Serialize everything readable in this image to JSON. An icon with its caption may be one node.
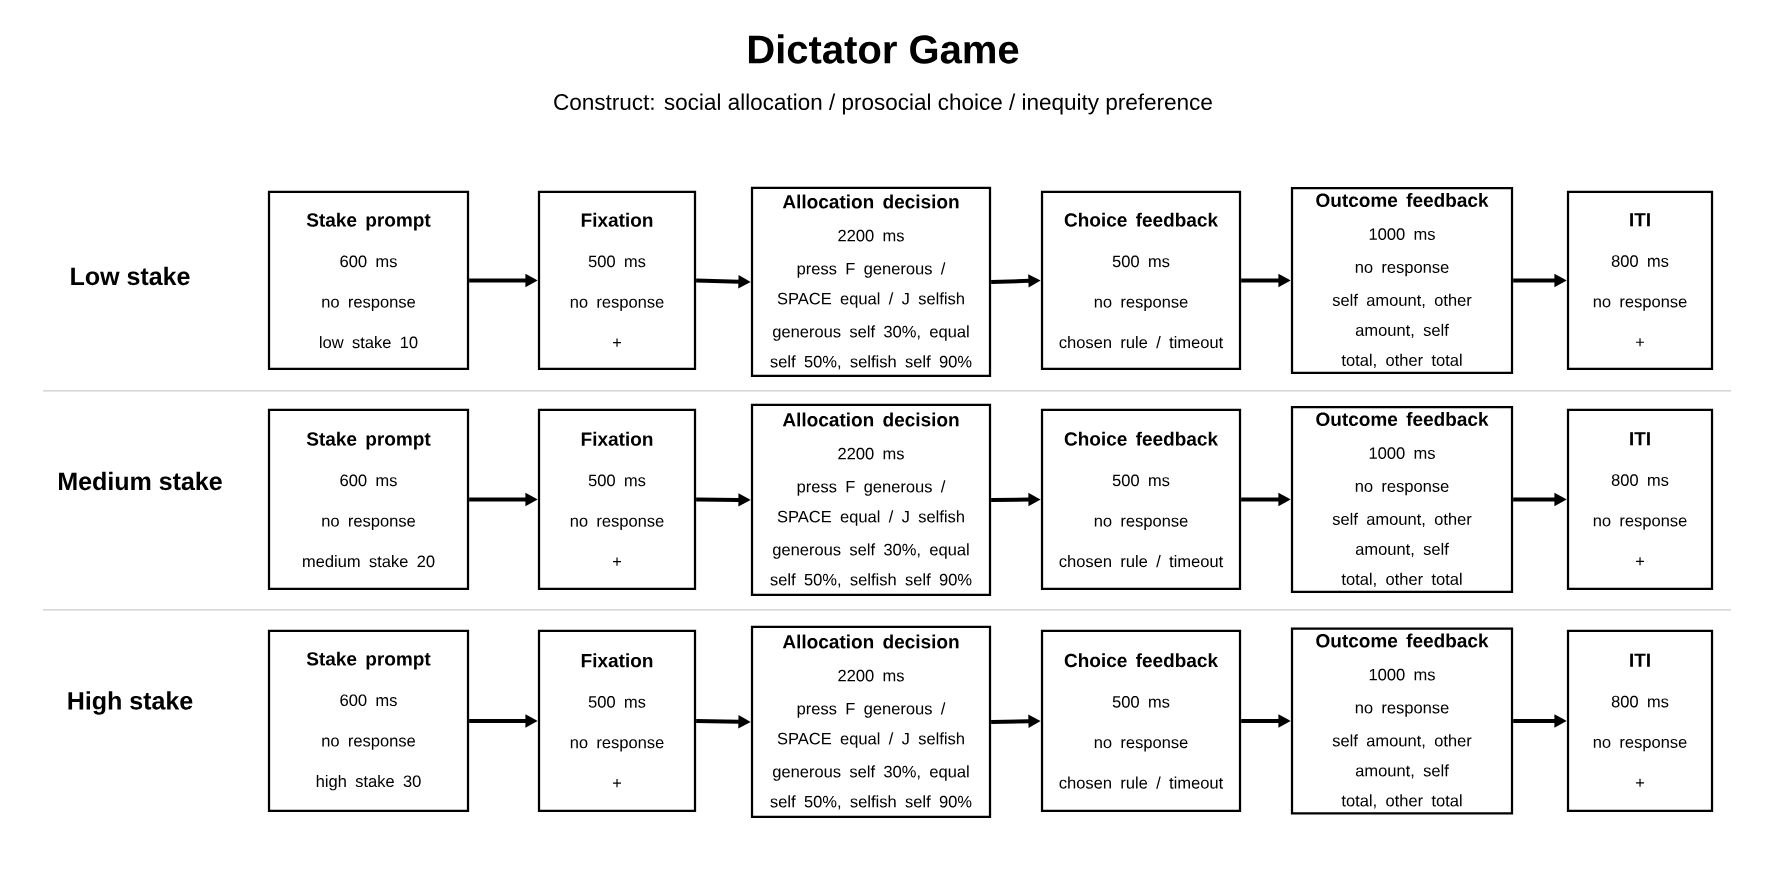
{
  "diagram": {
    "title": "Dictator Game",
    "nodes": [
      {
        "text": [
          "Stake prompt",
          "600 ms",
          "no response",
          "low stake 10"
        ]
      },
      {
        "text": [
          "Fixation",
          "500 ms",
          "no response",
          "+"
        ]
      },
      {
        "text": [
          "Allocation decision",
          "2200 ms",
          "press F generous / SPACE equal / J selfish",
          "generous self 30%, equal self 50%, selfish self 90%"
        ]
      },
      {
        "text": [
          "Choice feedback",
          "500 ms",
          "no response",
          "chosen rule / timeout"
        ]
      },
      {
        "text": [
          "Outcome feedback",
          "1000 ms",
          "no response",
          "self amount, other amount, self total, other total"
        ]
      },
      {
        "text": [
          "ITI",
          "800 ms",
          "no response",
          "+"
        ]
      },
      {
        "text": [
          "Stake prompt",
          "600 ms",
          "no response",
          "medium stake 20"
        ]
      },
      {
        "text": [
          "Fixation",
          "500 ms",
          "no response",
          "+"
        ]
      },
      {
        "text": [
          "Allocation decision",
          "2200 ms",
          "press F generous / SPACE equal / J selfish",
          "generous self 30%, equal self 50%, selfish self 90%"
        ]
      },
      {
        "text": [
          "Choice feedback",
          "500 ms",
          "no response",
          "chosen rule / timeout"
        ]
      },
      {
        "text": [
          "Outcome feedback",
          "1000 ms",
          "no response",
          "self amount, other amount, self total, other total"
        ]
      },
      {
        "text": [
          "ITI",
          "800 ms",
          "no response",
          "+"
        ]
      },
      {
        "text": [
          "Stake prompt",
          "600 ms",
          "no response",
          "high stake 30"
        ]
      },
      {
        "text": [
          "Fixation",
          "500 ms",
          "no response",
          "+"
        ]
      },
      {
        "text": [
          "Allocation decision",
          "2200 ms",
          "press F generous / SPACE equal / J selfish",
          "generous self 30%, equal self 50%, selfish self 90%"
        ]
      },
      {
        "text": [
          "Choice feedback",
          "500 ms",
          "no response",
          "chosen rule / timeout"
        ]
      },
      {
        "text": [
          "Outcome feedback",
          "1000 ms",
          "no response",
          "self amount, other amount, self total, other total"
        ]
      },
      {
        "text": [
          "ITI",
          "800 ms",
          "no response",
          "+"
        ]
      }
    ],
    "edges": [
      {
        "from": 0,
        "to": 1,
        "arrow": "to"
      },
      {
        "from": 1,
        "to": 2,
        "arrow": "to"
      },
      {
        "from": 2,
        "to": 3,
        "arrow": "to"
      },
      {
        "from": 3,
        "to": 4,
        "arrow": "to"
      },
      {
        "from": 4,
        "to": 5,
        "arrow": "to"
      },
      {
        "from": 6,
        "to": 7,
        "arrow": "to"
      },
      {
        "from": 7,
        "to": 8,
        "arrow": "to"
      },
      {
        "from": 8,
        "to": 9,
        "arrow": "to"
      },
      {
        "from": 9,
        "to": 10,
        "arrow": "to"
      },
      {
        "from": 10,
        "to": 11,
        "arrow": "to"
      },
      {
        "from": 12,
        "to": 13,
        "arrow": "to"
      },
      {
        "from": 13,
        "to": 14,
        "arrow": "to"
      },
      {
        "from": 14,
        "to": 15,
        "arrow": "to"
      },
      {
        "from": 15,
        "to": 16,
        "arrow": "to"
      },
      {
        "from": 16,
        "to": 17,
        "arrow": "to"
      }
    ],
    "labels": [
      "Construct: social allocation / prosocial choice / inequity preference",
      "Low stake",
      "Medium stake",
      "High stake"
    ]
  }
}
